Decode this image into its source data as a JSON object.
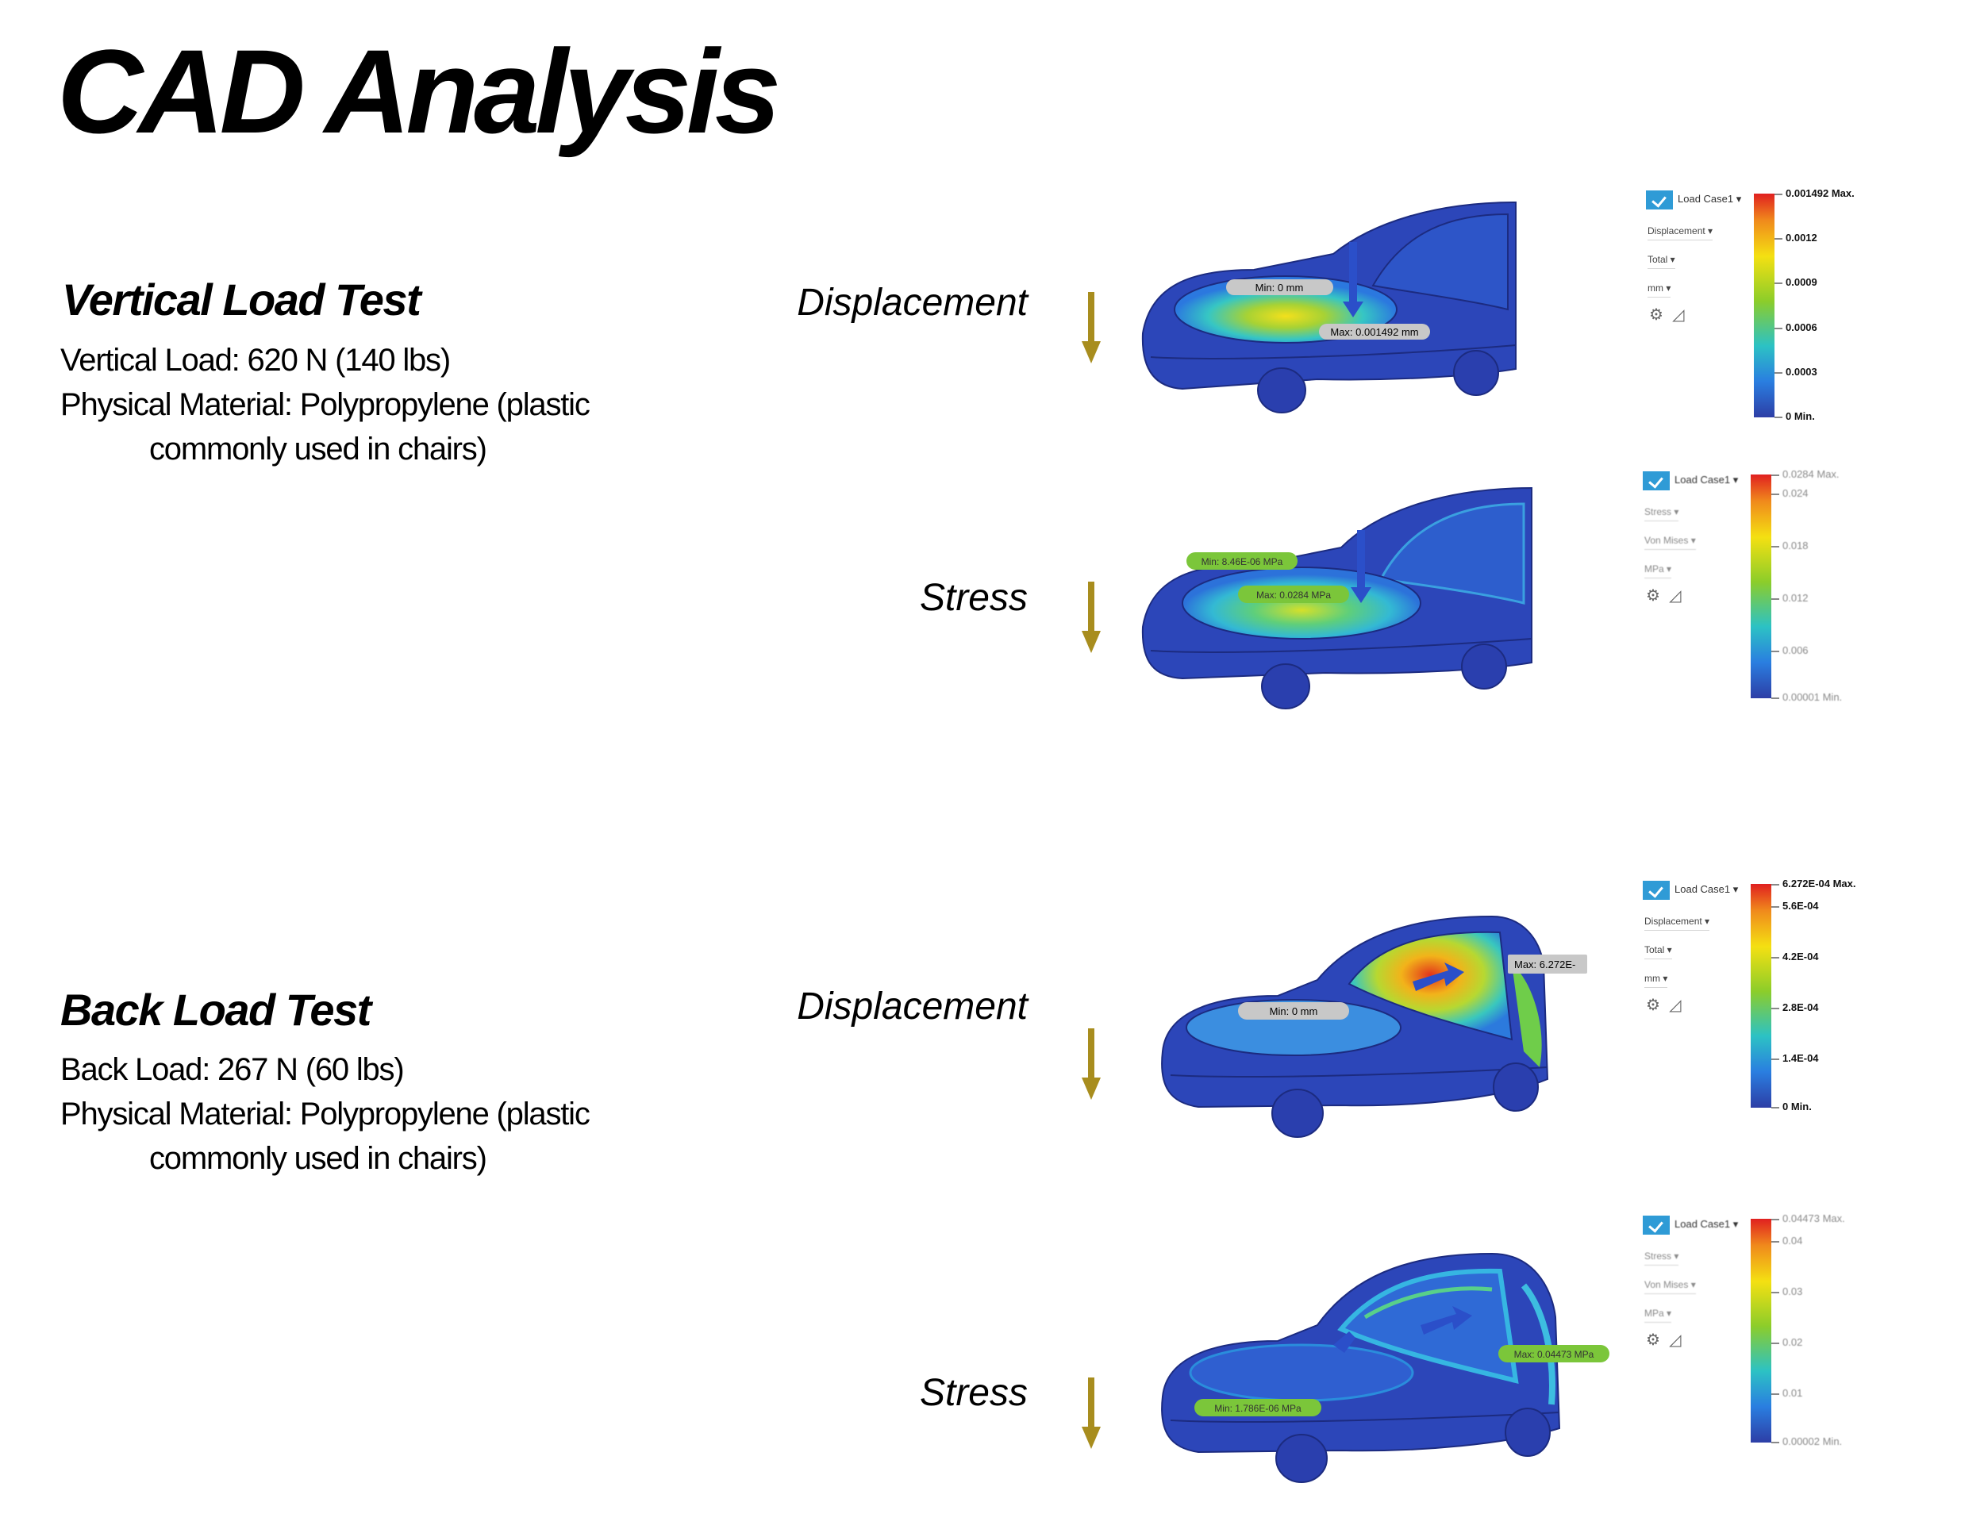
{
  "title": "CAD Analysis",
  "sections": [
    {
      "heading": "Vertical Load Test",
      "load_line": "Vertical Load: 620 N (140 lbs)",
      "material_line1": "Physical Material: Polypropylene (plastic",
      "material_line2": "commonly used in chairs)"
    },
    {
      "heading": "Back Load Test",
      "load_line": "Back Load: 267 N (60 lbs)",
      "material_line1": "Physical Material: Polypropylene (plastic",
      "material_line2": "commonly used in chairs)"
    }
  ],
  "labels": {
    "displacement": "Displacement",
    "stress": "Stress"
  },
  "results": {
    "v_disp": {
      "min": "Min: 0 mm",
      "max": "Max: 0.001492 mm",
      "panel": {
        "load_case": "Load Case1 ▾",
        "type": "Displacement ▾",
        "component": "Total ▾",
        "unit": "mm ▾",
        "ticks": [
          "0.001492 Max.",
          "0.0012",
          "0.0009",
          "0.0006",
          "0.0003",
          "0 Min."
        ]
      }
    },
    "v_stress": {
      "min": "Min: 8.46E-06 MPa",
      "max": "Max: 0.0284 MPa",
      "panel": {
        "load_case": "Load Case1 ▾",
        "type": "Stress ▾",
        "component": "Von Mises ▾",
        "unit": "MPa ▾",
        "ticks": [
          "0.0284 Max.",
          "0.024",
          "0.018",
          "0.012",
          "0.006",
          "0.00001 Min."
        ]
      }
    },
    "b_disp": {
      "min": "Min: 0 mm",
      "max": "Max: 6.272E-",
      "panel": {
        "load_case": "Load Case1 ▾",
        "type": "Displacement ▾",
        "component": "Total ▾",
        "unit": "mm ▾",
        "ticks": [
          "6.272E-04 Max.",
          "5.6E-04",
          "4.2E-04",
          "2.8E-04",
          "1.4E-04",
          "0 Min."
        ]
      }
    },
    "b_stress": {
      "min": "Min: 1.786E-06 MPa",
      "max": "Max: 0.04473 MPa",
      "panel": {
        "load_case": "Load Case1 ▾",
        "type": "Stress ▾",
        "component": "Von Mises ▾",
        "unit": "MPa ▾",
        "ticks": [
          "0.04473 Max.",
          "0.04",
          "0.03",
          "0.02",
          "0.01",
          "0.00002 Min."
        ]
      }
    }
  },
  "colors": {
    "arrow": "#a88d1e",
    "model_base": "#2b45b8",
    "badge_gray": "#c8c8c8",
    "badge_green": "#7bc63a"
  },
  "icons": {
    "settings": "gear-icon",
    "measure": "triangle-ruler-icon",
    "check": "checkbox-icon"
  }
}
